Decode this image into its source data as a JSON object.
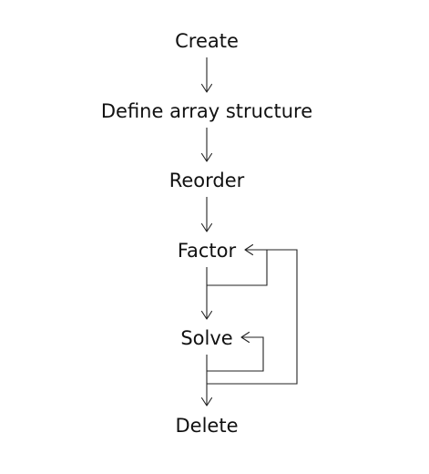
{
  "steps": {
    "create": "Create",
    "define": "Define array structure",
    "reorder": "Reorder",
    "factor": "Factor",
    "solve": "Solve",
    "delete": "Delete"
  }
}
